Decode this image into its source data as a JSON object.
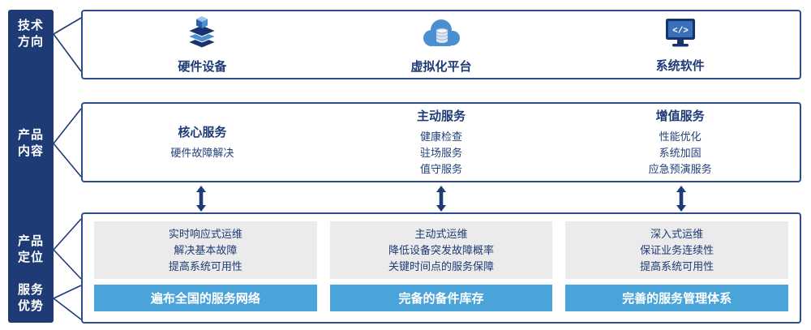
{
  "colors": {
    "navy": "#1e3b76",
    "border_blue": "#2d4d8f",
    "banner_sky_blue": "#4ba4d9",
    "panel_gray": "#ebebeb",
    "icon_blue": "#4a90d0",
    "white": "#ffffff"
  },
  "icons": {
    "code_glyph": "</>"
  },
  "sidebar": {
    "labels": [
      {
        "lines": [
          "技术",
          "方向"
        ]
      },
      {
        "lines": [
          "产品",
          "内容"
        ]
      },
      {
        "lines": [
          "产品",
          "定位"
        ]
      },
      {
        "lines": [
          "服务",
          "优势"
        ]
      }
    ]
  },
  "tech_row": {
    "items": [
      {
        "label": "硬件设备",
        "icon": "server-stack-icon"
      },
      {
        "label": "虚拟化平台",
        "icon": "cloud-database-icon"
      },
      {
        "label": "系统软件",
        "icon": "monitor-code-icon"
      }
    ]
  },
  "content_row": {
    "columns": [
      {
        "title": "核心服务",
        "items": [
          "硬件故障解决"
        ]
      },
      {
        "title": "主动服务",
        "items": [
          "健康检查",
          "驻场服务",
          "值守服务"
        ]
      },
      {
        "title": "增值服务",
        "items": [
          "性能优化",
          "系统加固",
          "应急预演服务"
        ]
      }
    ]
  },
  "positioning_row": {
    "columns": [
      {
        "lines": [
          "实时响应式运维",
          "解决基本故障",
          "提高系统可用性"
        ],
        "banner": "遍布全国的服务网络"
      },
      {
        "lines": [
          "主动式运维",
          "降低设备突发故障概率",
          "关键时间点的服务保障"
        ],
        "banner": "完备的备件库存"
      },
      {
        "lines": [
          "深入式运维",
          "保证业务连续性",
          "提高系统可用性"
        ],
        "banner": "完善的服务管理体系"
      }
    ]
  }
}
